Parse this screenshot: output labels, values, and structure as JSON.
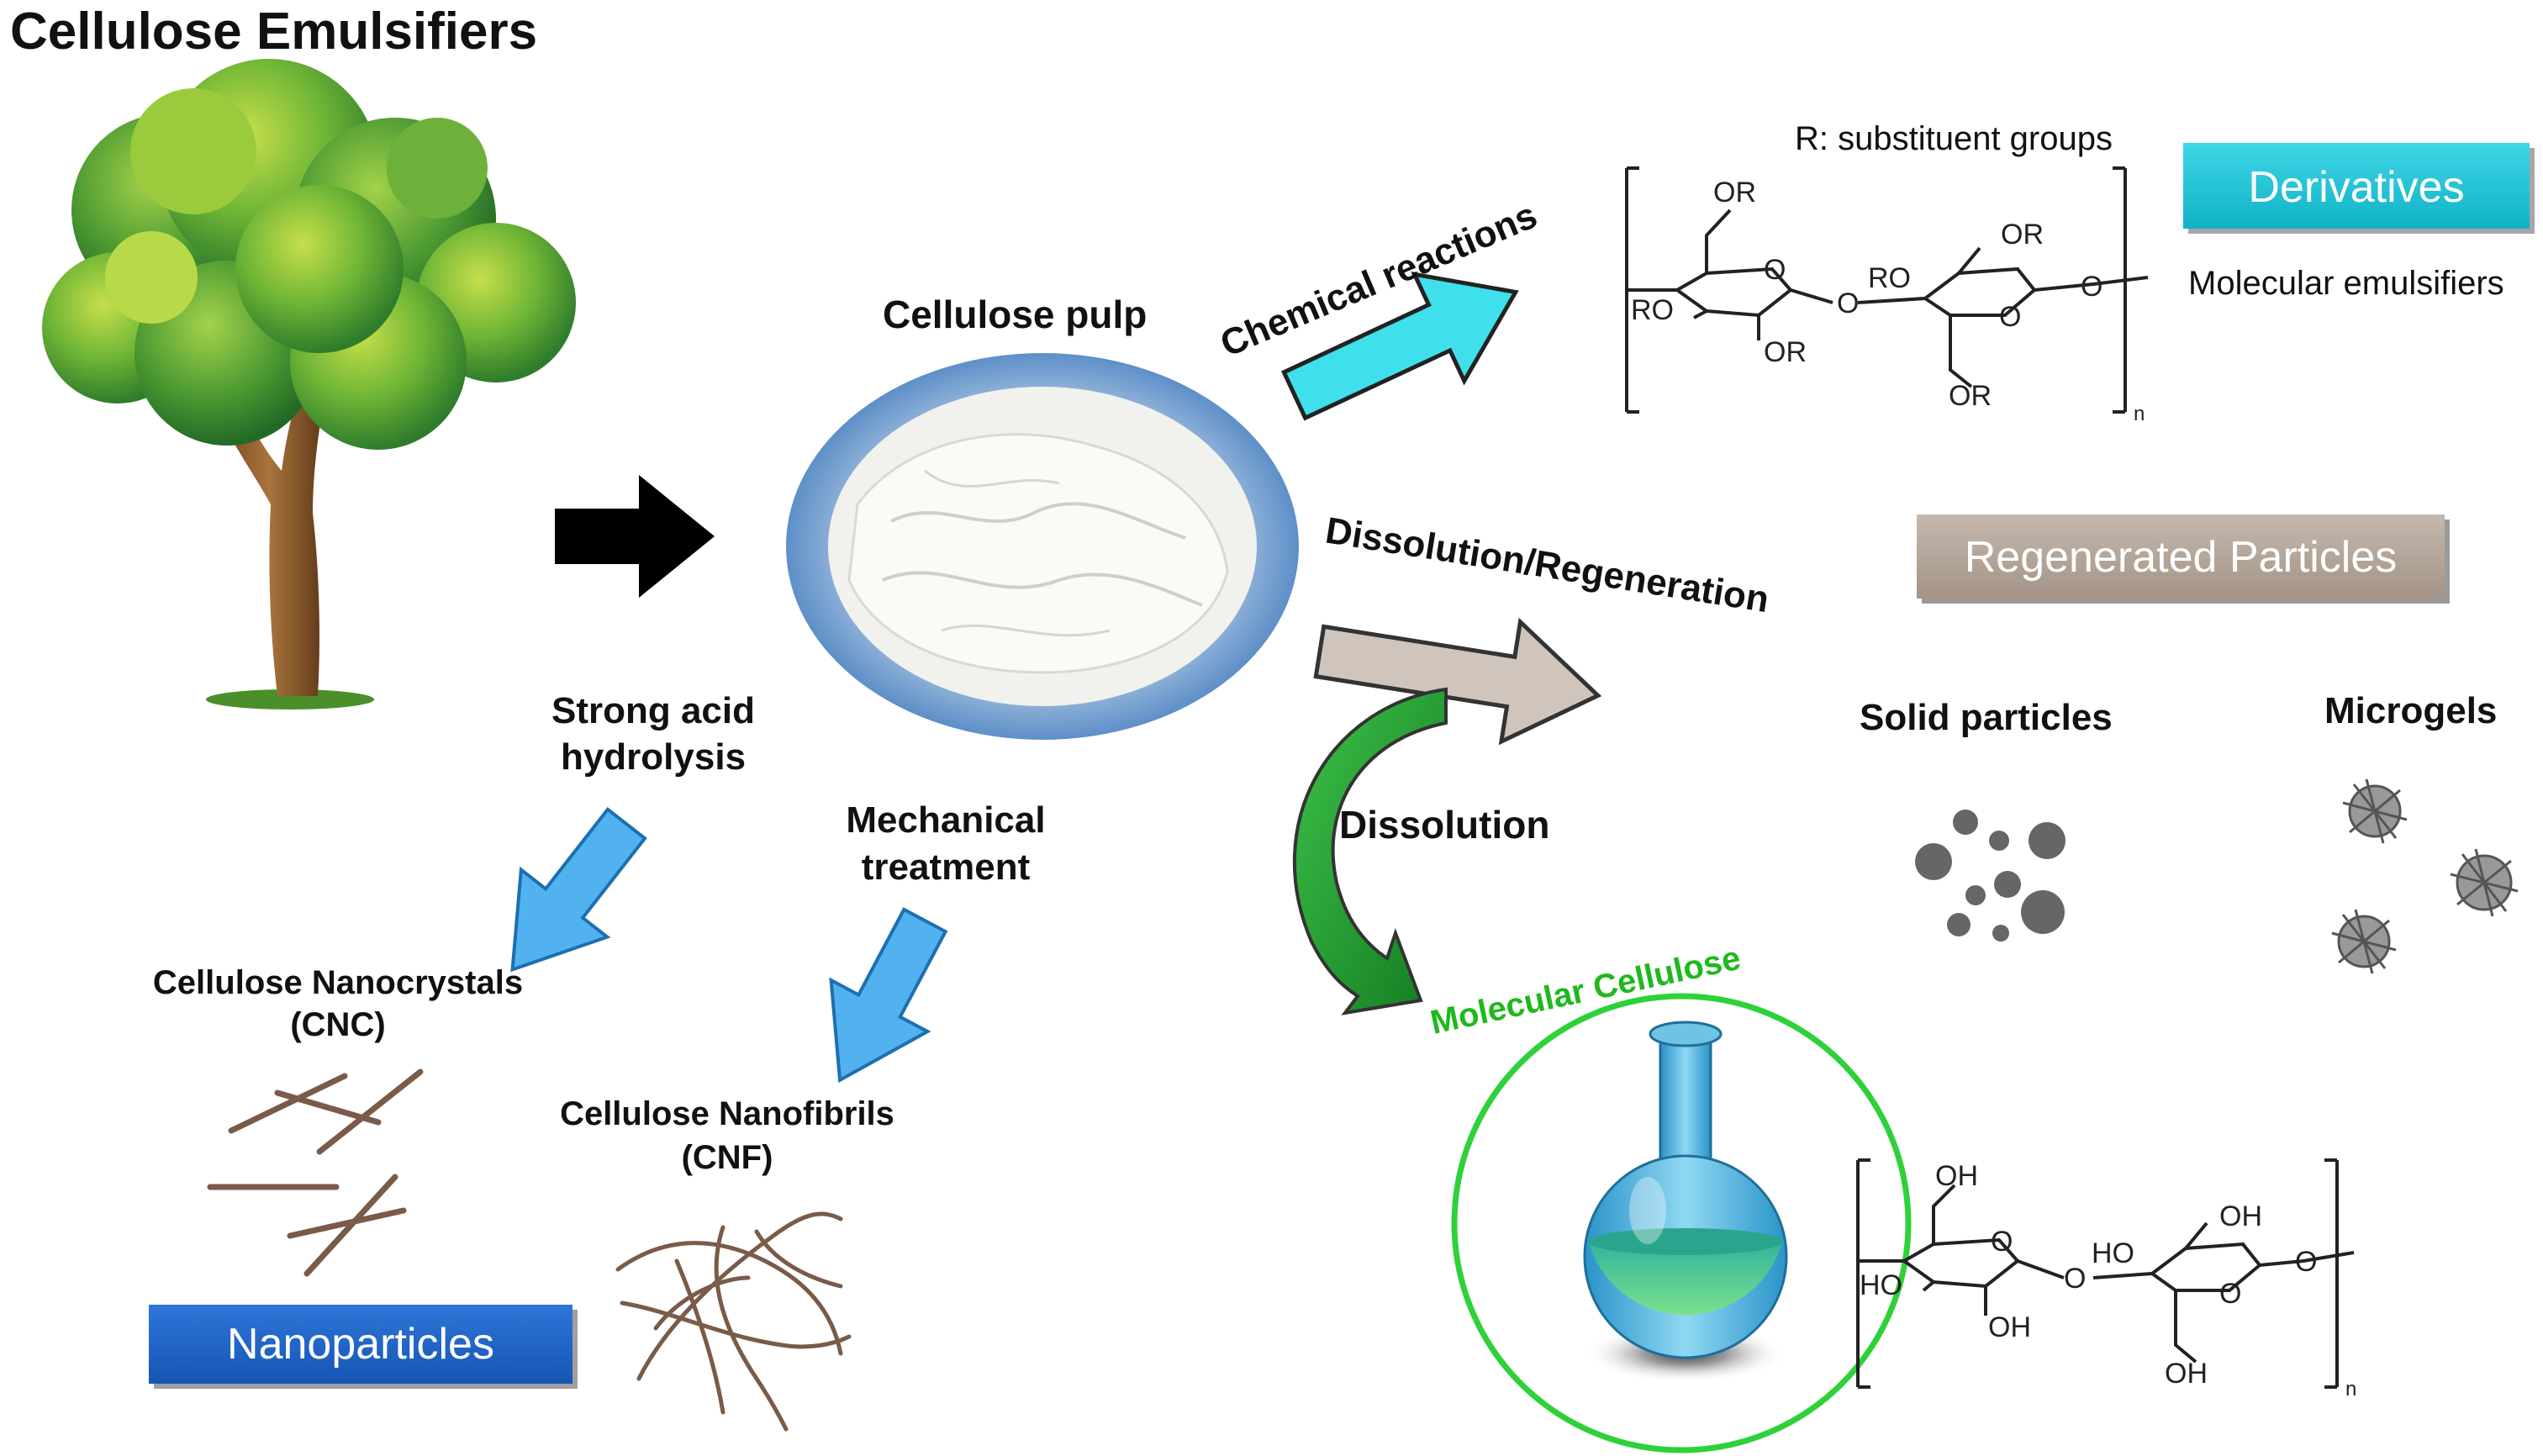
{
  "title": "Cellulose Emulsifiers",
  "labels": {
    "cellulose_pulp": "Cellulose pulp",
    "chemical_reactions": "Chemical reactions",
    "r_substituent": "R: substituent groups",
    "derivatives": "Derivatives",
    "molecular_emulsifiers": "Molecular emulsifiers",
    "dissolution_regeneration": "Dissolution/Regeneration",
    "regenerated_particles": "Regenerated Particles",
    "solid_particles": "Solid particles",
    "microgels": "Microgels",
    "dissolution": "Dissolution",
    "molecular_cellulose": "Molecular Cellulose",
    "strong_acid_line1": "Strong acid",
    "strong_acid_line2": "hydrolysis",
    "mechanical_line1": "Mechanical",
    "mechanical_line2": "treatment",
    "cnc_line1": "Cellulose Nanocrystals",
    "cnc_line2": "(CNC)",
    "cnf_line1": "Cellulose Nanofibrils",
    "cnf_line2": "(CNF)",
    "nanoparticles": "Nanoparticles"
  },
  "structure_top": {
    "or_top": "OR",
    "ro_left": "RO",
    "or_bottom_left": "OR",
    "o_ring_left": "O",
    "o_bridge": "O",
    "ro_mid": "RO",
    "or_top_right": "OR",
    "o_ring_right": "O",
    "o_end": "O",
    "or_bottom_right": "OR",
    "n": "n"
  },
  "structure_bottom": {
    "oh_top": "OH",
    "ho_left": "HO",
    "oh_bottom_left": "OH",
    "o_ring_left": "O",
    "o_bridge": "O",
    "ho_mid": "HO",
    "oh_top_right": "OH",
    "o_ring_right": "O",
    "o_end": "O",
    "oh_bottom_right": "OH",
    "n": "n"
  },
  "colors": {
    "derivatives_box": "#17c3d6",
    "regenerated_box": "#b5a699",
    "nanoparticles_box": "#1f63c6",
    "chemical_arrow": "#3fe0ec",
    "regeneration_arrow": "#cfc5bd",
    "acid_arrow": "#52b2f0",
    "dissolution_arrow": "#1f9a2a",
    "molecular_cellulose_text": "#1fb81f",
    "fiber_color": "#7a5a48"
  }
}
